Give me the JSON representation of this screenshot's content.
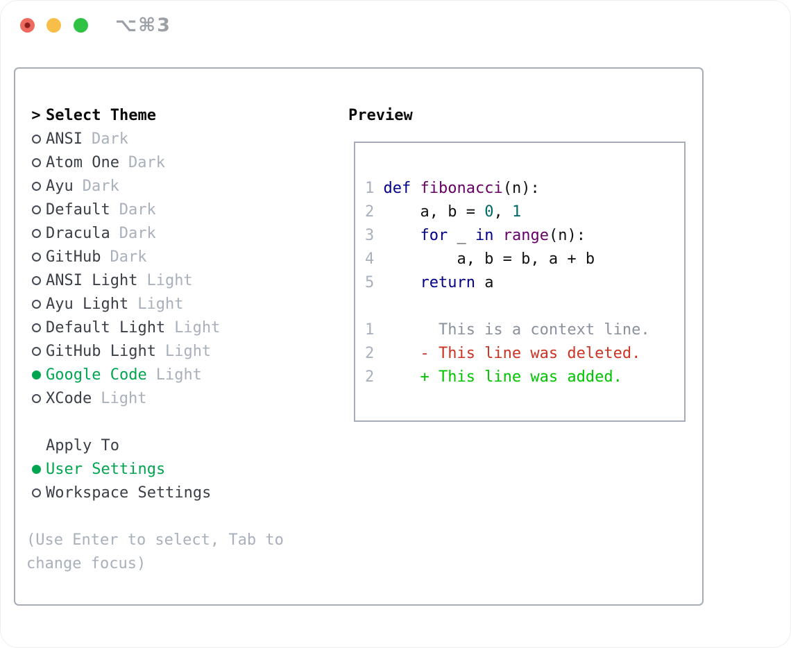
{
  "titlebar": {
    "shortcut": "⌥⌘3",
    "traffic_lights": [
      "close",
      "minimize",
      "maximize"
    ]
  },
  "colors": {
    "green_select": "#00a550",
    "green_added": "#00c400",
    "red_deleted": "#cc3322",
    "kw": "#000088",
    "type": "#660066",
    "lit": "#006666",
    "muted": "#a8b0bc",
    "context_gray": "#8a919c",
    "text_dark": "#3a3f47",
    "border_gray": "#a7adb8",
    "titlebar_gray": "#9aa0a6"
  },
  "theme_list": {
    "prompt": ">",
    "header": "Select Theme",
    "items": [
      {
        "label": "ANSI",
        "tag": "Dark",
        "selected": false
      },
      {
        "label": "Atom One",
        "tag": "Dark",
        "selected": false
      },
      {
        "label": "Ayu",
        "tag": "Dark",
        "selected": false
      },
      {
        "label": "Default",
        "tag": "Dark",
        "selected": false
      },
      {
        "label": "Dracula",
        "tag": "Dark",
        "selected": false
      },
      {
        "label": "GitHub",
        "tag": "Dark",
        "selected": false
      },
      {
        "label": "ANSI Light",
        "tag": "Light",
        "selected": false
      },
      {
        "label": "Ayu Light",
        "tag": "Light",
        "selected": false
      },
      {
        "label": "Default Light",
        "tag": "Light",
        "selected": false
      },
      {
        "label": "GitHub Light",
        "tag": "Light",
        "selected": false
      },
      {
        "label": "Google Code",
        "tag": "Light",
        "selected": true
      },
      {
        "label": "XCode",
        "tag": "Light",
        "selected": false
      }
    ]
  },
  "apply_to": {
    "header": "Apply To",
    "items": [
      {
        "label": "User Settings",
        "selected": true
      },
      {
        "label": "Workspace Settings",
        "selected": false
      }
    ]
  },
  "help": [
    "(Use Enter to select, Tab to",
    "change focus)"
  ],
  "preview": {
    "header": "Preview",
    "code_lines": [
      {
        "num": "1",
        "tokens": [
          {
            "t": "def",
            "c": "keyword"
          },
          {
            "t": " ",
            "c": "plain"
          },
          {
            "t": "fibonacci",
            "c": "typename"
          },
          {
            "t": "(n):",
            "c": "plain"
          }
        ]
      },
      {
        "num": "2",
        "tokens": [
          {
            "t": "    a, b = ",
            "c": "plain"
          },
          {
            "t": "0",
            "c": "literal"
          },
          {
            "t": ", ",
            "c": "plain"
          },
          {
            "t": "1",
            "c": "literal"
          }
        ]
      },
      {
        "num": "3",
        "tokens": [
          {
            "t": "    ",
            "c": "plain"
          },
          {
            "t": "for",
            "c": "keyword"
          },
          {
            "t": " _ ",
            "c": "plain"
          },
          {
            "t": "in",
            "c": "keyword"
          },
          {
            "t": " ",
            "c": "plain"
          },
          {
            "t": "range",
            "c": "typename"
          },
          {
            "t": "(n):",
            "c": "plain"
          }
        ]
      },
      {
        "num": "4",
        "tokens": [
          {
            "t": "        a, b = b, a + b",
            "c": "plain"
          }
        ]
      },
      {
        "num": "5",
        "tokens": [
          {
            "t": "    ",
            "c": "plain"
          },
          {
            "t": "return",
            "c": "keyword"
          },
          {
            "t": " a",
            "c": "plain"
          }
        ]
      },
      {
        "num": "",
        "tokens": []
      },
      {
        "num": "1",
        "tokens": [
          {
            "t": "      This is a context line.",
            "c": "context"
          }
        ]
      },
      {
        "num": "2",
        "tokens": [
          {
            "t": "    - This line was deleted.",
            "c": "deleted"
          }
        ]
      },
      {
        "num": "2",
        "tokens": [
          {
            "t": "    + This line was added.",
            "c": "added"
          }
        ]
      }
    ]
  }
}
